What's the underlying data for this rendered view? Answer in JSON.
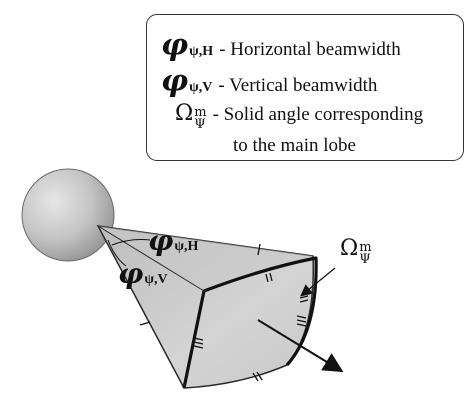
{
  "legend": {
    "h_symbol": "φ",
    "h_sub": "ψ,H",
    "h_text": "- Horizontal beamwidth",
    "v_symbol": "φ",
    "v_sub": "ψ,V",
    "v_text": "- Vertical beamwidth",
    "omega_symbol": "Ω",
    "omega_sup": "m",
    "omega_sub": "Ψ",
    "omega_text_line1": "- Solid angle corresponding",
    "omega_text_line2": "to the main lobe"
  },
  "figure": {
    "h_label_symbol": "φ",
    "h_label_sub": "ψ,H",
    "v_label_symbol": "φ",
    "v_label_sub": "ψ,V",
    "omega_label_symbol": "Ω",
    "omega_label_sup": "m",
    "omega_label_sub": "Ψ"
  }
}
